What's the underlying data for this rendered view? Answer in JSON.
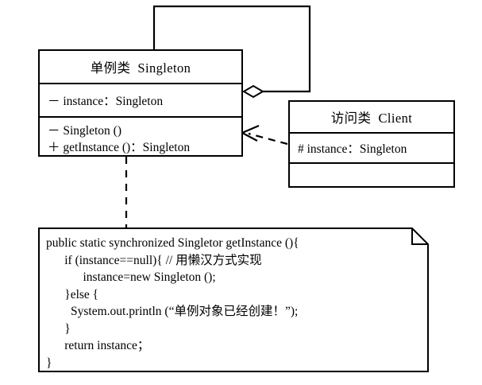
{
  "diagram": {
    "title": "Singleton pattern UML class diagram",
    "stroke_color": "#000000",
    "background_color": "#ffffff"
  },
  "singleton_class": {
    "title": "单例类  Singleton",
    "attributes": [
      "－ instance：Singleton"
    ],
    "operations": [
      "－ Singleton ()",
      "＋ getInstance ()：Singleton"
    ]
  },
  "client_class": {
    "title": "访问类  Client",
    "attributes": [
      "# instance：Singleton"
    ],
    "operations": [
      ""
    ]
  },
  "note": {
    "lines": [
      "public static synchronized Singletor getInstance (){",
      "      if (instance==null){ // 用懒汉方式实现",
      "            instance=new Singleton ();",
      "      }else {",
      "        System.out.println (“单例对象已经创建！”);",
      "      }",
      "      return instance；",
      "}"
    ]
  },
  "relations": {
    "self_aggregation": {
      "kind": "aggregation",
      "source": "Singleton",
      "target": "Singleton",
      "marker": "open-diamond"
    },
    "dependency": {
      "kind": "dependency",
      "source": "Client",
      "target": "Singleton",
      "line_style": "dashed",
      "marker": "open-arrow"
    },
    "note_anchor": {
      "kind": "note-link",
      "source": "Singleton",
      "target": "note",
      "line_style": "dashed"
    }
  }
}
